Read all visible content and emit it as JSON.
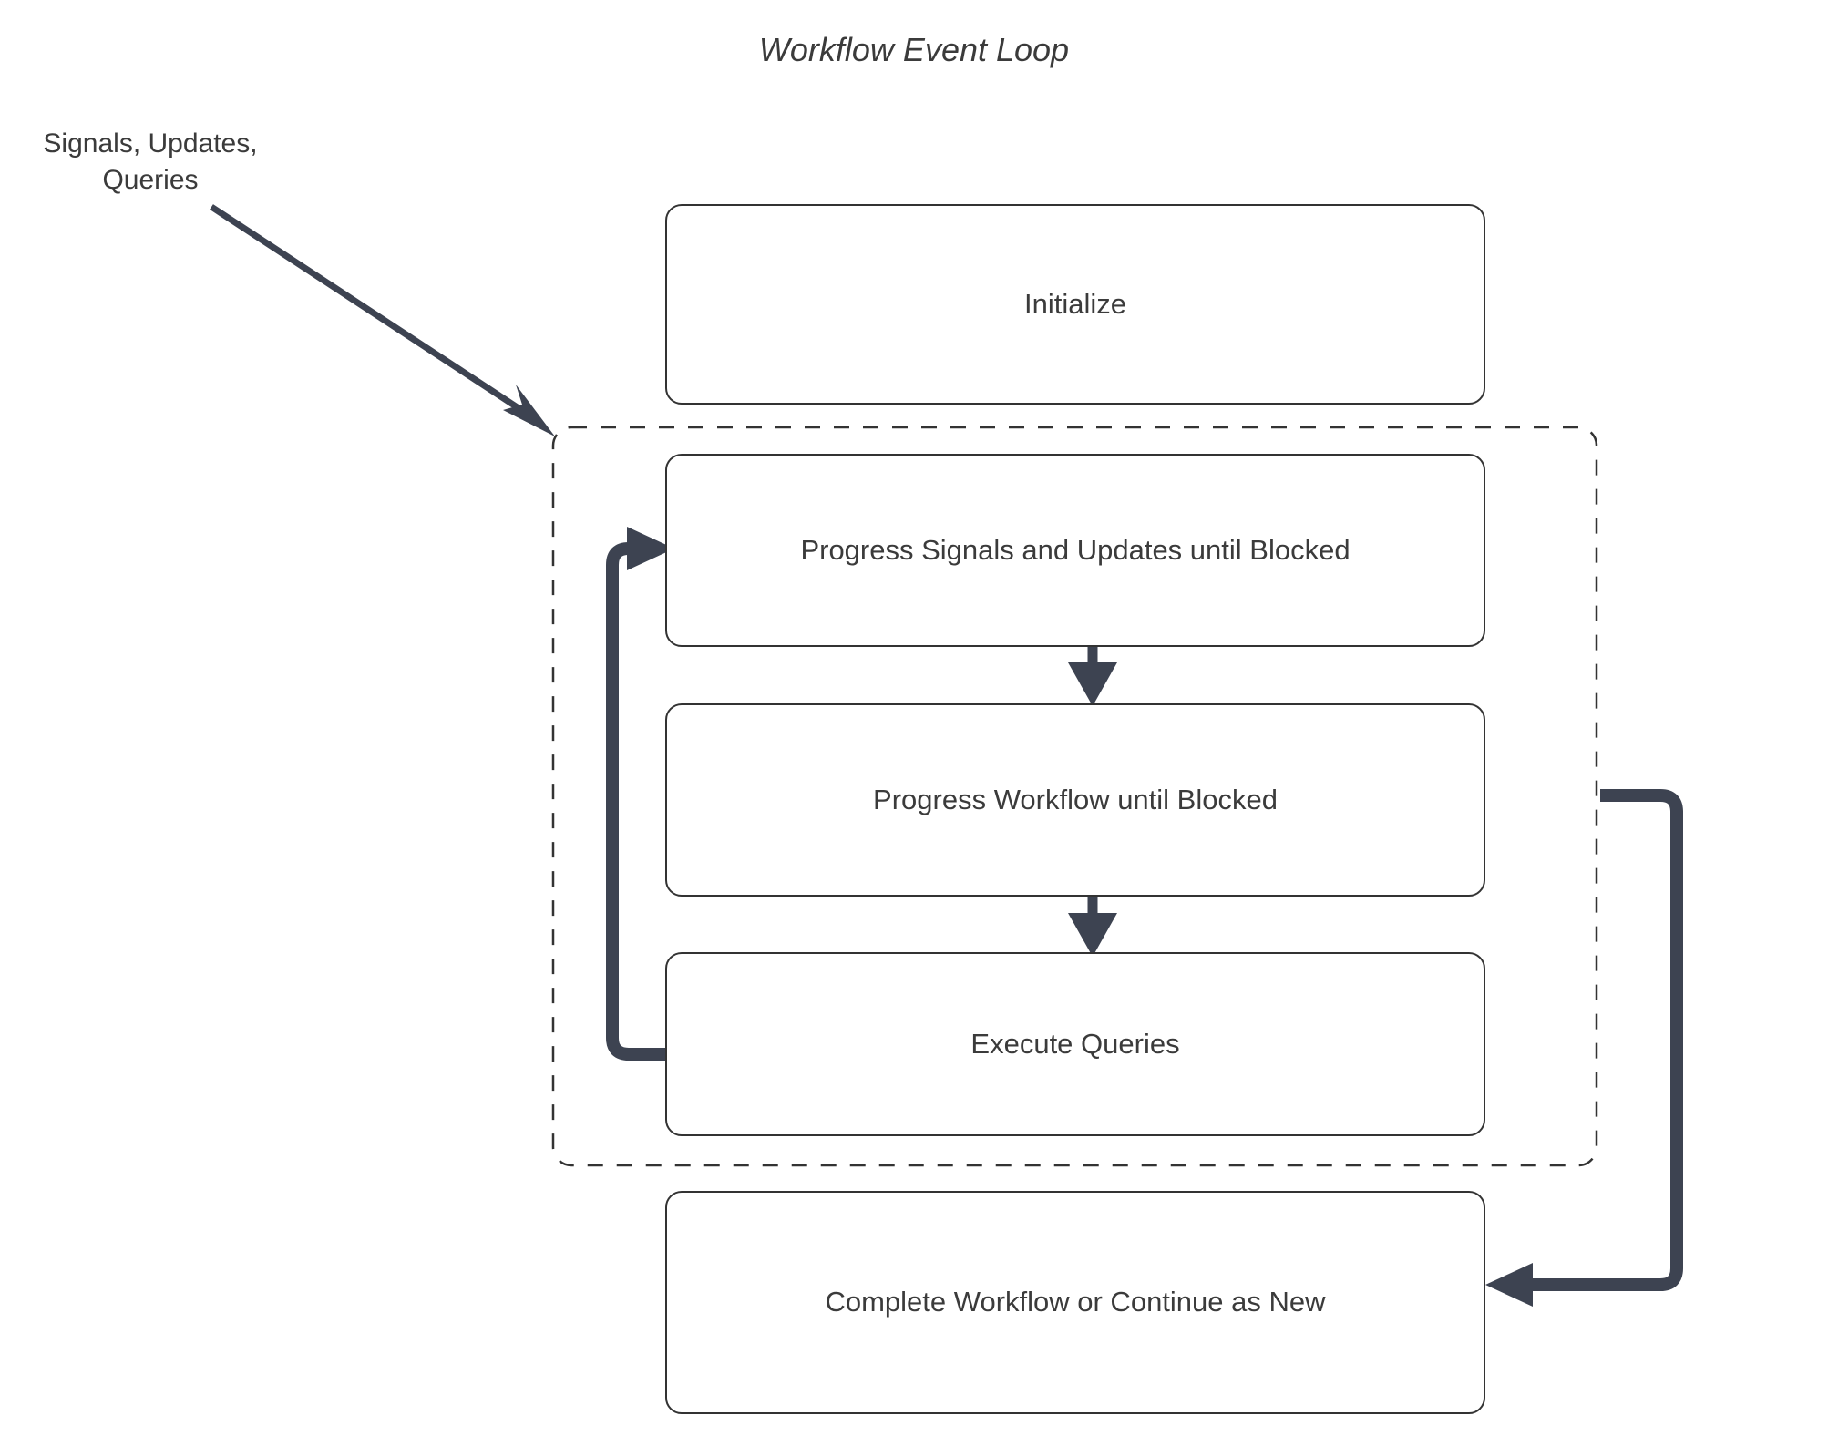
{
  "diagram": {
    "title": "Workflow Event Loop",
    "background_color": "#ffffff",
    "text_color": "#3b3b3b",
    "node_border_color": "#333333",
    "arrow_color": "#3d4351",
    "dashed_border_color": "#333333",
    "external_label": "Signals, Updates,\nQueries",
    "nodes": [
      {
        "id": "initialize",
        "label": "Initialize"
      },
      {
        "id": "progress-signals",
        "label": "Progress Signals and Updates until Blocked"
      },
      {
        "id": "progress-workflow",
        "label": "Progress Workflow until Blocked"
      },
      {
        "id": "execute-queries",
        "label": "Execute Queries"
      },
      {
        "id": "complete-workflow",
        "label": "Complete Workflow or Continue as New"
      }
    ],
    "loop_container": {
      "id": "event-loop-group",
      "style": "dashed"
    }
  }
}
